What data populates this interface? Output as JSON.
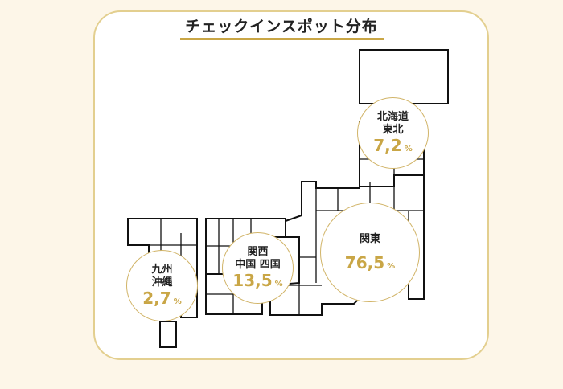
{
  "title": "チェックインスポット分布",
  "colors": {
    "background": "#fdf6e8",
    "accent": "#c9a646",
    "outline": "#111111"
  },
  "regions": [
    {
      "key": "hokkaido_tohoku",
      "line1": "北海道",
      "line2": "東北",
      "value": "7,2",
      "unit": "%"
    },
    {
      "key": "kanto",
      "line1": "関東",
      "line2": "",
      "value": "76,5",
      "unit": "%"
    },
    {
      "key": "kansai_chugoku_shikoku",
      "line1": "関西",
      "line2": "中国 四国",
      "value": "13,5",
      "unit": "%"
    },
    {
      "key": "kyushu_okinawa",
      "line1": "九州",
      "line2": "沖縄",
      "value": "2,7",
      "unit": "%"
    }
  ]
}
